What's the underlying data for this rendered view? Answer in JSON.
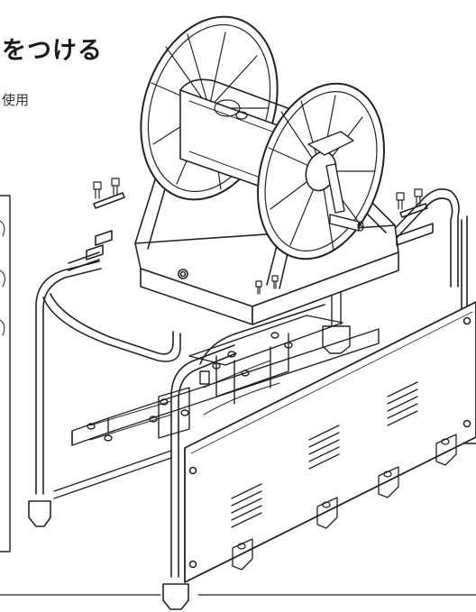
{
  "page": {
    "heading": "をつける",
    "subtext": "使用"
  },
  "figure": {
    "subject": "hose-reel-on-cart-exploded-view",
    "line_color": "#222222",
    "fill_color": "#ffffff",
    "panel_color": "#ffffff"
  }
}
